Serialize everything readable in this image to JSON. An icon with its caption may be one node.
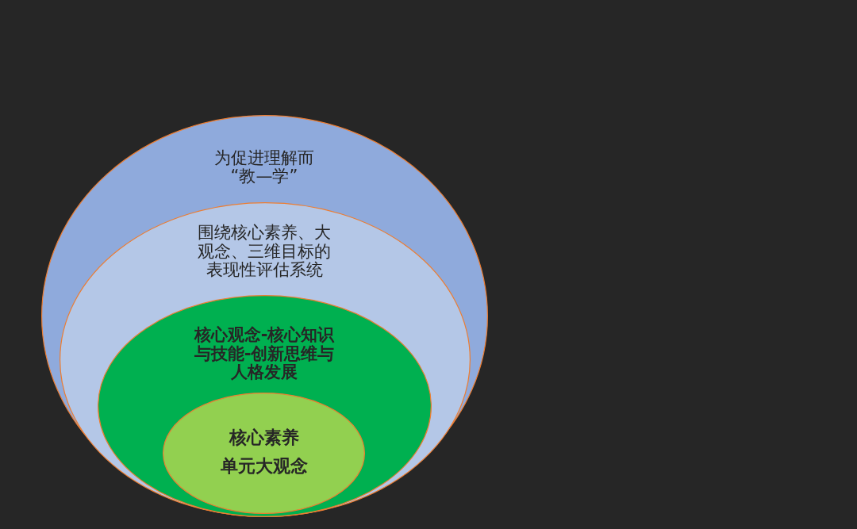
{
  "diagram": {
    "nodes": [
      {
        "text": [
          "为促进理解而“教—学”"
        ]
      },
      {
        "text": [
          "围绕核心素养、大观念、三维目标的表现性评估系统"
        ],
        "in": 0
      },
      {
        "text": [
          "核心观念-核心知识与技能-创新思维与人格发展"
        ],
        "in": 1
      },
      {
        "text": [
          "核心素养",
          "单元大观念"
        ],
        "in": 2
      }
    ]
  }
}
